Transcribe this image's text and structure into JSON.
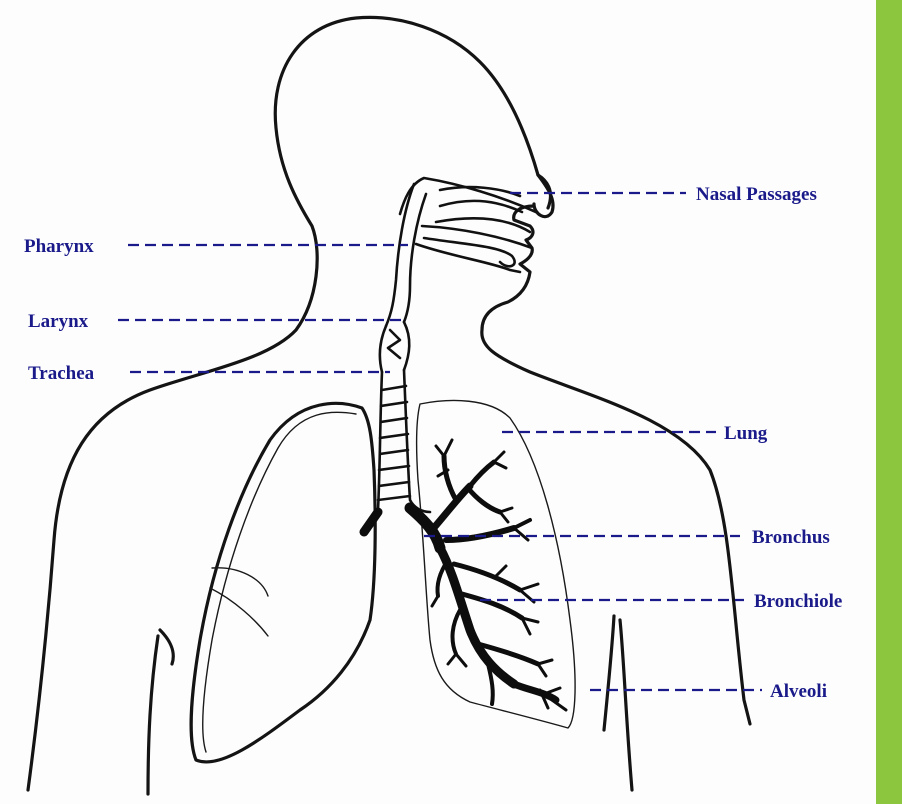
{
  "colors": {
    "accent": "#8cc63f",
    "label": "#1a1a8a",
    "line": "#141414"
  },
  "labels": {
    "nasal_passages": "Nasal Passages",
    "pharynx": "Pharynx",
    "larynx": "Larynx",
    "trachea": "Trachea",
    "lung": "Lung",
    "bronchus": "Bronchus",
    "bronchiole": "Bronchiole",
    "alveoli": "Alveoli"
  }
}
